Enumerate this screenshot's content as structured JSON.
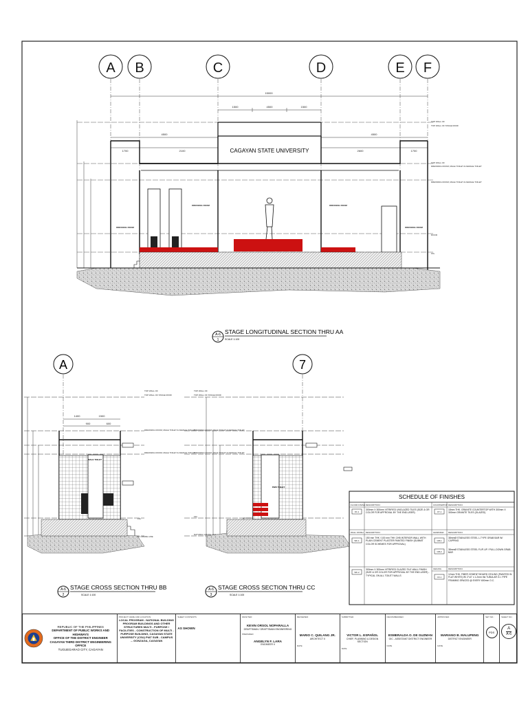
{
  "grid_top": [
    "A",
    "B",
    "C",
    "D",
    "E",
    "F"
  ],
  "grid_bb": "A",
  "grid_cc": "7",
  "building_sign": "CAGAYAN STATE UNIVERSITY",
  "dims_top": {
    "overall": "15000",
    "center": [
      "1500",
      "4500",
      "1500"
    ],
    "left_mid": "4500",
    "right_mid": "4500",
    "left_parts": [
      "1700",
      "2100"
    ],
    "right_parts": [
      "2600",
      "1700"
    ]
  },
  "dims_bb": [
    "1400",
    "1500",
    "900",
    "600"
  ],
  "level_labels": {
    "top_wall": "TOP WALL OF",
    "dressing_room": "DRESSING ROOM, MALE TOILET & FEMALE TOILET",
    "stage_roof": "TOP WALL OF STAGE ROOF",
    "door": "DOOR",
    "ffl": "FFL",
    "natural_grade": "NATURAL GRADE LINE"
  },
  "room_labels": {
    "dressing_left": "DRESSING ROOM",
    "dressing_right": "DRESSING ROOM",
    "male_toilet": "MALE TOILET",
    "pwd_toilet": "PWD TOILET",
    "extra_left": "DRESSING ROOM",
    "extra_right": "DRESSING ROOM"
  },
  "titles": {
    "aa": {
      "tag": "A-6",
      "num": "1",
      "text": "STAGE LONGITUDINAL SECTION THRU AA",
      "scale": "SCALE 1:100"
    },
    "bb": {
      "tag": "A-6",
      "num": "2",
      "text": "STAGE CROSS SECTION THRU BB",
      "scale": "SCALE 1:100"
    },
    "cc": {
      "tag": "A-6",
      "num": "3",
      "text": "STAGE CROSS SECTION THRU CC",
      "scale": "SCALE 1:100"
    }
  },
  "schedule": {
    "title": "SCHEDULE OF FINISHES",
    "col_floor": "FLOOR FINISH",
    "col_desc": "DESCRIPTION:",
    "col_counter": "COUNTERTOP",
    "col_wall": "WALL FINISH",
    "col_grab": "GRAB BAR",
    "col_ceiling": "CEILING",
    "floor": [
      {
        "code": "FF-1",
        "desc": "300mm X 300mm VITRIFIED UNGLAZED TILES (SIZE & OR COLOR FOR APPROVAL BY THE END-USER)"
      }
    ],
    "counter": [
      {
        "code": "CT-1",
        "desc": "18mm THK. GRANITE COUNTERTOP WITH 300mm X 300mm GRANITE TILES (GLAZED)"
      }
    ],
    "wall": [
      {
        "code": "WF-1",
        "desc": "150 mm THK / 100 mm THK CHB INTERIOR WALL WITH PLAIN CEMENT PLASTER PAINTED FINISH (SUBMIT COLOR SCHEMES FOR APPROVAL)"
      },
      {
        "code": "WF-2",
        "desc": "300mm X 300mm VITRIFIED GLAZED TILE WALL FINISH (SIZE & OR COLOR FOR APPROVAL BY THE END-USER) - TYPICAL ON ALL TOILET WALLS"
      }
    ],
    "grab": [
      {
        "code": "GB-1",
        "desc": "38mmØ STAINLESS STEEL L-TYPE GRAB BAR W/ CAPPING"
      },
      {
        "code": "GB-2",
        "desc": "38mmØ STAINLESS STEEL FLIP-UP / PULL-DOWN GRAB BAR"
      }
    ],
    "ceiling": [
      {
        "code": "CF-1",
        "desc": "12mm THK. FIBER CEMENT BOARD CEILING (PAINTED IN FLAT WHITE) W/ 2\"x4\" x 1.2mm thk TUBULAR G.I. PIPE FRAMING SPACED @ EVERY 600mm O.C."
      }
    ]
  },
  "title_block": {
    "office_lines": [
      "REPUBLIC OF THE PHILIPPINES",
      "DEPARTMENT OF PUBLIC WORKS AND HIGHWAYS",
      "OFFICE OF THE DISTRICT ENGINEER",
      "CAGAYAN THIRD DISTRICT ENGINEERING OFFICE",
      "TUGUEGARAO CITY, CAGAYAN"
    ],
    "project_cap": "PROJECT NAME AND LOCATION:",
    "project": "LOCAL PROGRAM - NATIONAL BUILDING PROGRAM BUILDINGS AND OTHER STRUCTURES MULTI - PURPOSE / FACILITIES - CONSTRUCTION OF MULTI - PURPOSE BUILDING, CAGAYAN STATE UNIVERSITY (CSU) PIAT SUB - CAMPUS ... GONZAGA, CAGAYAN",
    "sheet_cap": "SHEET CONTENTS:",
    "sheet_contents": "AS SHOWN",
    "drafted_cap": "DRAFTED:",
    "drafted_name": "KEVIN ORSOL NOPARALLA",
    "drafted_role": "DRAFTSMAN / DRAFTSMAN ENGINEERING",
    "prepared_cap": "PREPARED:",
    "prepared_name": "ANGELYN F. LARA",
    "prepared_role": "ENGINEER II",
    "reviewed_cap": "REVIEWED:",
    "reviewed_name": "MARIO C. QUILANG JR.",
    "reviewed_role": "ARCHITECT II",
    "submitted_cap": "SUBMITTED:",
    "submitted_name": "VICTOR L. ESPAÑOL",
    "submitted_role": "CHIEF, PLANNING & DESIGN SECTION",
    "recommended_cap": "RECOMMENDED:",
    "recommended_name": "ESMERALDA O. DE GUZMAN",
    "recommended_role": "OIC - ASSISTANT DISTRICT ENGINEER",
    "approved_cap": "APPROVED:",
    "approved_name": "MARIANO B. MALUPENG",
    "approved_role": "DISTRICT ENGINEER",
    "date_cap": "DATE",
    "setno_cap": "SET NO.:",
    "setno": "PDS",
    "sheetno_cap": "SHEET NO.:",
    "sheet_letter": "A",
    "sheet_no": "A-6"
  }
}
